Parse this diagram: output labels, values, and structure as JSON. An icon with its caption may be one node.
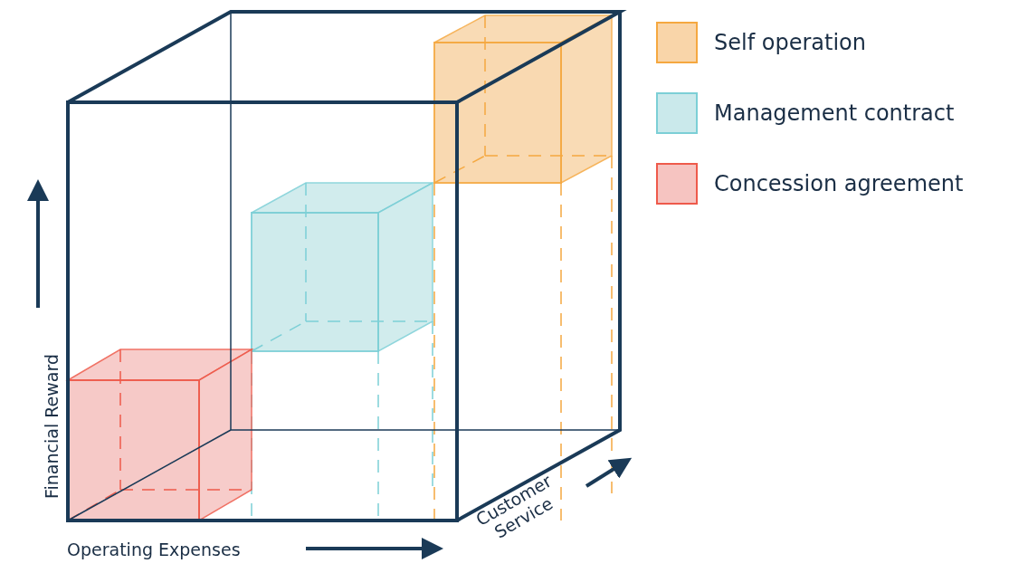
{
  "diagram": {
    "labels": [
      "Financial Reward",
      "Operating Expenses",
      "Customer Service"
    ],
    "legend": [
      {
        "text": "Self operation",
        "color": "#f9d5a9"
      },
      {
        "text": "Management contract",
        "color": "#cae9eb"
      },
      {
        "text": "Concession agreement",
        "color": "#f6c4c1"
      }
    ]
  }
}
